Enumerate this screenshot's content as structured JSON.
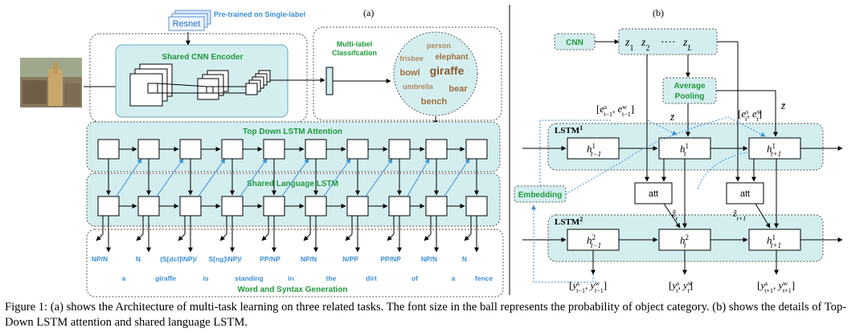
{
  "panel_a": {
    "label": "(a)",
    "resnet": "Resnet",
    "pretrained": "Pre-trained on Single-label",
    "encoder": "Shared CNN Encoder",
    "multilabel": [
      "Multi-label",
      "Classifcation"
    ],
    "ball_words": [
      {
        "text": "person",
        "size": 9,
        "color": "#b08a5e"
      },
      {
        "text": "frisbee",
        "size": 9,
        "color": "#b08a5e"
      },
      {
        "text": "elephant",
        "size": 10,
        "color": "#a0703e"
      },
      {
        "text": "bowl",
        "size": 11,
        "color": "#a0703e"
      },
      {
        "text": "giraffe",
        "size": 14,
        "color": "#8a5a2a"
      },
      {
        "text": "umbrella",
        "size": 9,
        "color": "#b08a5e"
      },
      {
        "text": "bear",
        "size": 11,
        "color": "#a0703e"
      },
      {
        "text": "bench",
        "size": 11,
        "color": "#a0703e"
      }
    ],
    "attention": "Top Down LSTM Attention",
    "language": "Shared Language LSTM",
    "generation": "Word and Syntax Generation",
    "tags": [
      "NP/N",
      "N",
      "(S[dcl]\\NP)/",
      "S[ng]\\NP)/",
      "PP/NP",
      "NP/N",
      "N/PP",
      "PP/NP",
      "NP/N",
      "N"
    ],
    "words": [
      "a",
      "giraffe",
      "is",
      "standing",
      "in",
      "the",
      "dirt",
      "of",
      "a",
      "fence"
    ],
    "colors": {
      "teal": "#d4eef0",
      "green": "#1f9a3a",
      "blue": "#3b8fd3"
    }
  },
  "panel_b": {
    "label": "(b)",
    "cnn": "CNN",
    "z_seq": [
      "z₁",
      "z₂",
      "····",
      "z_L"
    ],
    "avg_pool": [
      "Average",
      "Pooling"
    ],
    "zbar": "z̄",
    "lstm1": "LSTM",
    "lstm1_sup": "1",
    "lstm2": "LSTM",
    "lstm2_sup": "2",
    "embedding": "Embedding",
    "att": "att",
    "e_prev": "[e<tspan baseline-shift='super' font-size='9'>s</tspan><tspan baseline-shift='sub' font-size='9'>t−1</tspan>, e<tspan baseline-shift='super' font-size='9'>w</tspan><tspan baseline-shift='sub' font-size='9'>t−1</tspan>]",
    "h1": [
      "h¹ₜ₋₁",
      "h¹ₜ",
      "h¹ₜ₊₁"
    ],
    "h2": [
      "h²ₜ₋₁",
      "h²ₜ",
      "h¹ₜ₊₁"
    ],
    "zhat": [
      "ẑₜ",
      "ẑₜ₊₁"
    ],
    "outputs": [
      "[yˢₜ₋₁, yʷₜ₋₁]",
      "[yˢₜ, yʷₜ]",
      "[yˢₜ₊₁, yʷₜ₊₁]"
    ],
    "e_curr": "[eˢₜ, eʷₜ]"
  },
  "caption": "Figure 1: (a) shows the Architecture of multi-task learning on three related tasks. The font size in the ball represents the probability of object category. (b) shows the details of Top-Down LSTM attention and shared language LSTM."
}
